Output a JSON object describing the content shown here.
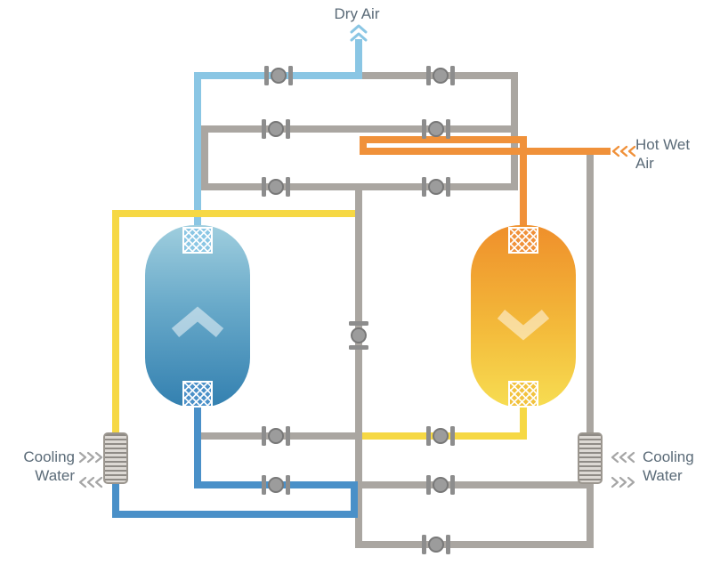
{
  "labels": {
    "dry_air": "Dry Air",
    "hot_wet_air": [
      "Hot Wet",
      "Air"
    ],
    "cooling_water_left": [
      "Cooling",
      "Water"
    ],
    "cooling_water_right": [
      "Cooling",
      "Water"
    ]
  },
  "flow_markers": {
    "dry_air_direction": "up",
    "hot_wet_air_direction": "in-from-right",
    "cooling_left": {
      "inlet_chevrons": "right",
      "outlet_chevrons": "left"
    },
    "cooling_right": {
      "inlet_chevrons": "left",
      "outlet_chevrons": "right"
    }
  },
  "colors": {
    "dry_air_pipe": "#8ac6e4",
    "process_pipe_gray": "#aaa6a1",
    "hot_wet_air_pipe": "#f0913a",
    "regeneration_pipe_yellow": "#f6d844",
    "cooled_pipe_blue": "#4a90c8",
    "valve_gray": "#9c9c9c",
    "label_text": "#5b6b78",
    "tower_left_gradient_top": "#9fcede",
    "tower_left_gradient_bottom": "#3380b0",
    "tower_right_gradient_top": "#ef8f2b",
    "tower_right_gradient_bottom": "#f7dd52"
  },
  "equipment": {
    "towers": [
      {
        "name": "left-tower",
        "flow_arrow": "up"
      },
      {
        "name": "right-tower",
        "flow_arrow": "down"
      }
    ],
    "valve_count": 12,
    "heat_exchanger_count": 2
  }
}
